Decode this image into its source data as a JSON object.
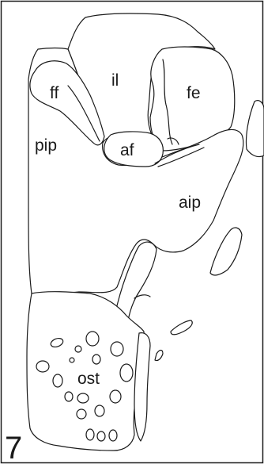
{
  "figure": {
    "number": "7",
    "labels": {
      "il": "il",
      "ff": "ff",
      "fe": "fe",
      "pip": "pip",
      "af": "af",
      "aip": "aip",
      "ost": "ost"
    }
  }
}
